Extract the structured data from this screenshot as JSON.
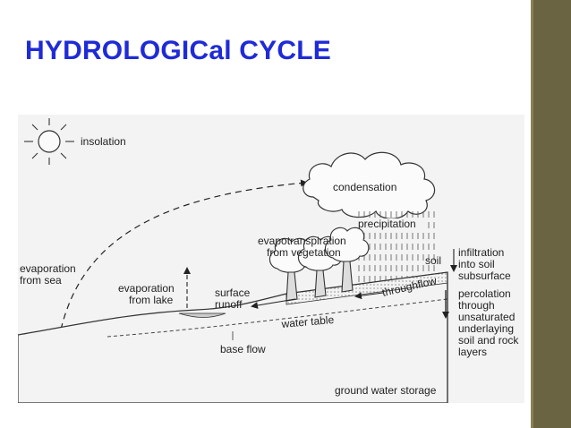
{
  "slide": {
    "title": "HYDROLOGICal CYCLE",
    "title_color": "#1f2bd6",
    "sidebar_color": "#6b6442"
  },
  "diagram": {
    "labels": {
      "insolation": "insolation",
      "condensation": "condensation",
      "precipitation": "precipitation",
      "evapotranspiration_line1": "evapotranspiration",
      "evapotranspiration_line2": "from vegetation",
      "evaporation_sea_line1": "evaporation",
      "evaporation_sea_line2": "from sea",
      "evaporation_lake_line1": "evaporation",
      "evaporation_lake_line2": "from lake",
      "surface_runoff_line1": "surface",
      "surface_runoff_line2": "runoff",
      "soil": "soil",
      "throughflow": "throughflow",
      "infiltration_line1": "infiltration",
      "infiltration_line2": "into soil",
      "infiltration_line3": "subsurface",
      "percolation_line1": "percolation",
      "percolation_line2": "through",
      "percolation_line3": "unsaturated",
      "percolation_line4": "underlaying",
      "percolation_line5": "soil and rock",
      "percolation_line6": "layers",
      "water_table": "water table",
      "base_flow": "base flow",
      "ground_water_storage": "ground water storage"
    },
    "icons": [
      "sun-icon",
      "cloud-icon",
      "tree-icon"
    ]
  }
}
